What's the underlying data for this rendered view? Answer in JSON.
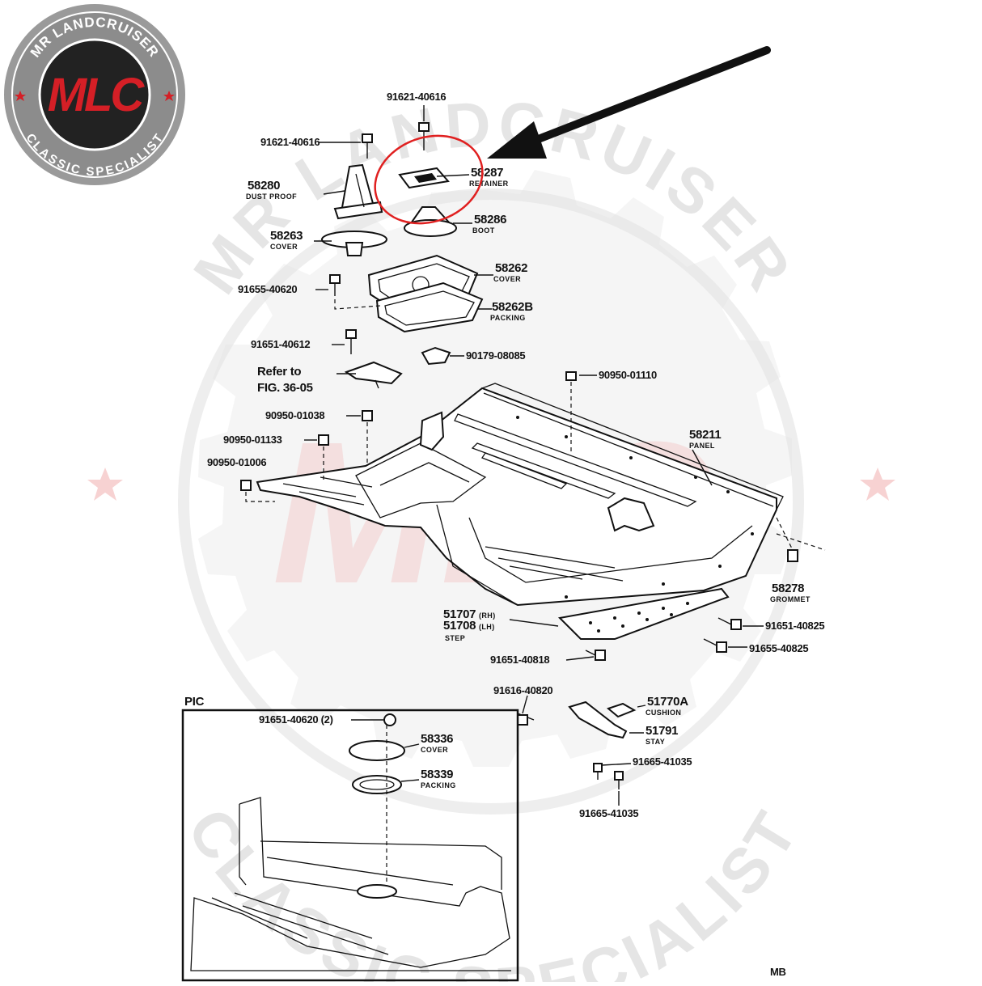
{
  "brand": {
    "badge_top": "MR LANDCRUISER",
    "badge_bottom": "CLASSIC SPECIALIST",
    "badge_monogram": "MLC",
    "watermark_top": "MR LANDCRUISER",
    "watermark_bottom": "CLASSIC SPECIALIST",
    "colors": {
      "red": "#d51f26",
      "dark": "#222222",
      "gray": "#9a9a9a",
      "highlight": "#e02020"
    }
  },
  "parts": [
    {
      "number": "91621-40616",
      "name": ""
    },
    {
      "number": "91621-40616",
      "name": ""
    },
    {
      "number": "58280",
      "name": "DUST PROOF"
    },
    {
      "number": "58287",
      "name": "RETAINER"
    },
    {
      "number": "58286",
      "name": "BOOT"
    },
    {
      "number": "58263",
      "name": "COVER"
    },
    {
      "number": "58262",
      "name": "COVER"
    },
    {
      "number": "91655-40620",
      "name": ""
    },
    {
      "number": "58262B",
      "name": "PACKING"
    },
    {
      "number": "91651-40612",
      "name": ""
    },
    {
      "number": "90179-08085",
      "name": ""
    },
    {
      "number": "90950-01110",
      "name": ""
    },
    {
      "number": "90950-01038",
      "name": ""
    },
    {
      "number": "58211",
      "name": "PANEL"
    },
    {
      "number": "90950-01133",
      "name": ""
    },
    {
      "number": "90950-01006",
      "name": ""
    },
    {
      "number": "58278",
      "name": "GROMMET"
    },
    {
      "number": "51707",
      "name": "(RH)"
    },
    {
      "number": "51708",
      "name": "(LH)"
    },
    {
      "number": "",
      "name": "STEP"
    },
    {
      "number": "91651-40825",
      "name": ""
    },
    {
      "number": "91655-40825",
      "name": ""
    },
    {
      "number": "91651-40818",
      "name": ""
    },
    {
      "number": "91616-40820",
      "name": ""
    },
    {
      "number": "51770A",
      "name": "CUSHION"
    },
    {
      "number": "51791",
      "name": "STAY"
    },
    {
      "number": "91665-41035",
      "name": ""
    },
    {
      "number": "91665-41035",
      "name": ""
    }
  ],
  "refer_note": {
    "line1": "Refer to",
    "line2": "FIG. 36-05"
  },
  "pic_box": {
    "title": "PIC",
    "parts": [
      {
        "number": "91651-40620 (2)",
        "name": ""
      },
      {
        "number": "58336",
        "name": "COVER"
      },
      {
        "number": "58339",
        "name": "PACKING"
      }
    ]
  },
  "corner_code": "MB",
  "annotation": {
    "type": "red-circle-with-arrow",
    "target_part": "58287"
  }
}
